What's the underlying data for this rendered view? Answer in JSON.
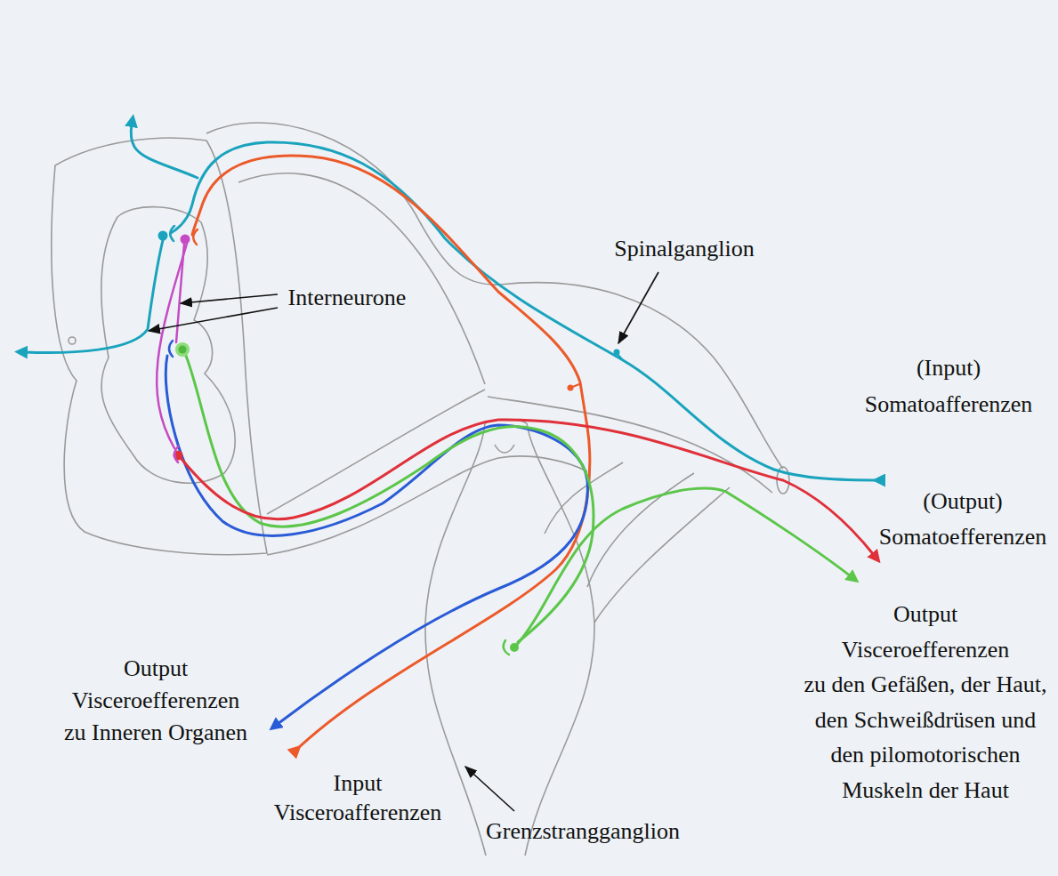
{
  "diagram": {
    "labels": [
      "Spinalganglion",
      "Interneurone",
      "(Input) Somatoafferenzen",
      "(Output) Somatoefferenzen",
      "Output Visceroefferenzen zu den Gefäßen, der Haut, den Schweißdrüsen und den pilomotorischen Muskeln der Haut",
      "Output Visceroefferenzen zu Inneren Organen",
      "Input Visceroafferenzen",
      "Grenzstrangganglion"
    ]
  }
}
